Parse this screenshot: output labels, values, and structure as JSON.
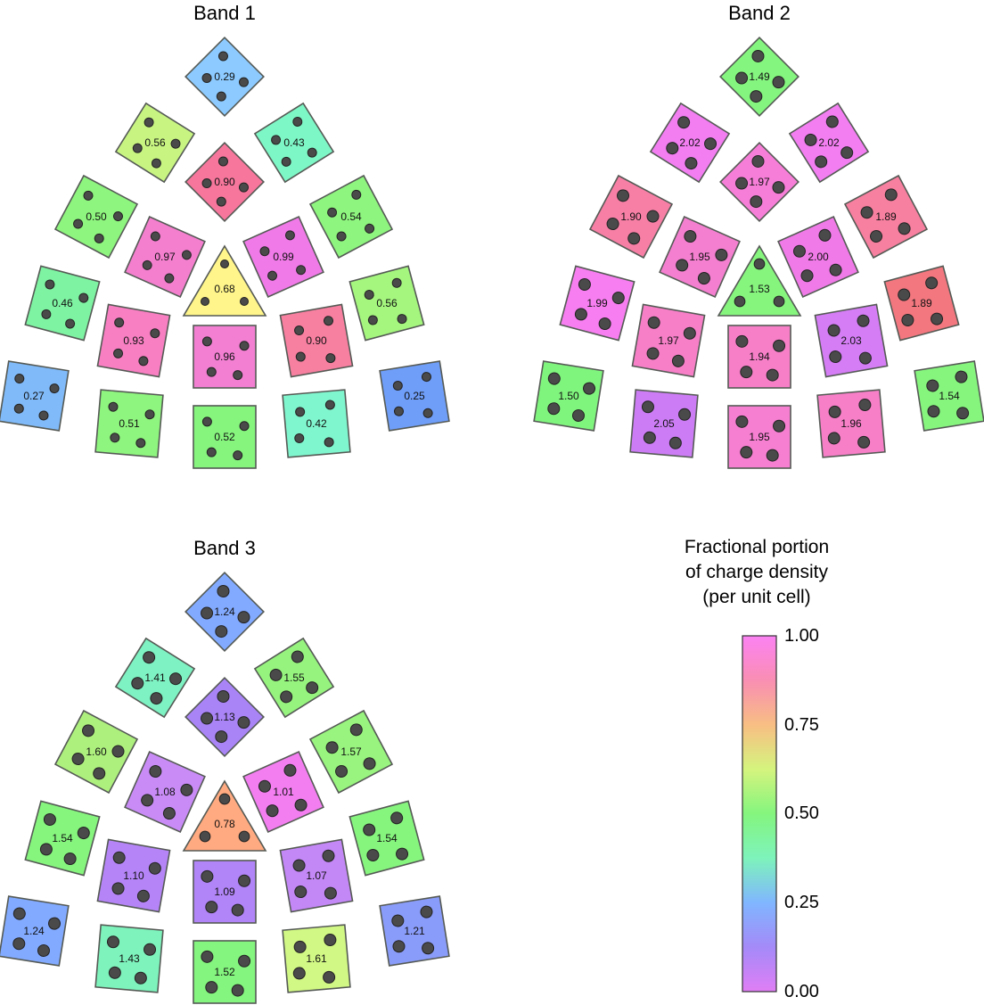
{
  "bands": [
    {
      "title": "Band 1",
      "center_label": "0.68",
      "tiles": [
        "0.29",
        "0.56",
        "0.43",
        "0.90",
        "0.50",
        "0.54",
        "0.97",
        "0.99",
        "0.46",
        "0.56",
        "0.93",
        "0.90",
        "0.96",
        "0.27",
        "0.25",
        "0.51",
        "0.42",
        "0.52"
      ],
      "tile_colors": [
        "#8ccaff",
        "#c8f582",
        "#7ef7c6",
        "#f6769c",
        "#8ef57e",
        "#8ef57e",
        "#f47fcf",
        "#f07ae8",
        "#7ef3a2",
        "#a4f67e",
        "#f77fc2",
        "#f77fa0",
        "#f27fd2",
        "#80baf9",
        "#6f9ef9",
        "#8ef57e",
        "#80f6ce",
        "#86f57e"
      ],
      "center_color": "#fff58a",
      "dot_style": "small"
    },
    {
      "title": "Band 2",
      "center_label": "1.53",
      "tiles": [
        "1.49",
        "2.02",
        "2.02",
        "1.97",
        "1.90",
        "1.89",
        "1.95",
        "2.00",
        "1.99",
        "1.89",
        "1.97",
        "2.03",
        "1.94",
        "1.50",
        "1.54",
        "2.05",
        "1.96",
        "1.95"
      ],
      "tile_colors": [
        "#84f57e",
        "#f27ef2",
        "#f37ef2",
        "#f77ed8",
        "#f77fa6",
        "#f77f9f",
        "#f47fd0",
        "#f07ae8",
        "#f77ef0",
        "#f2777f",
        "#f77fc8",
        "#d47df5",
        "#f77fc8",
        "#80f57e",
        "#86f57e",
        "#cc7df5",
        "#f77fc8",
        "#f77fd2"
      ],
      "center_color": "#86f57e",
      "dot_style": "large"
    },
    {
      "title": "Band 3",
      "center_label": "0.78",
      "tiles": [
        "1.24",
        "1.41",
        "1.55",
        "1.13",
        "1.60",
        "1.57",
        "1.08",
        "1.01",
        "1.54",
        "1.54",
        "1.10",
        "1.07",
        "1.09",
        "1.24",
        "1.21",
        "1.43",
        "1.61",
        "1.52"
      ],
      "tile_colors": [
        "#82aaff",
        "#7ef2c2",
        "#96f47e",
        "#a984f7",
        "#aef07e",
        "#98f47e",
        "#c98cf7",
        "#f37ef0",
        "#86f57e",
        "#86f57e",
        "#b585f7",
        "#c387f6",
        "#b184f7",
        "#82aaff",
        "#8a9cf9",
        "#7ef3bc",
        "#d1f784",
        "#84f57e"
      ],
      "center_color": "#ffaa80",
      "dot_style": "large"
    }
  ],
  "legend": {
    "title_lines": [
      "Fractional portion",
      "of charge density",
      "(per unit cell)"
    ],
    "ticks": [
      "1.00",
      "0.75",
      "0.50",
      "0.25",
      "0.00"
    ],
    "gradient_colors": [
      "#fb82f3",
      "#f98eb3",
      "#f8be83",
      "#d5f47e",
      "#84f57e",
      "#7ef3bb",
      "#80b6ff",
      "#a48af8",
      "#e07ef5"
    ]
  }
}
